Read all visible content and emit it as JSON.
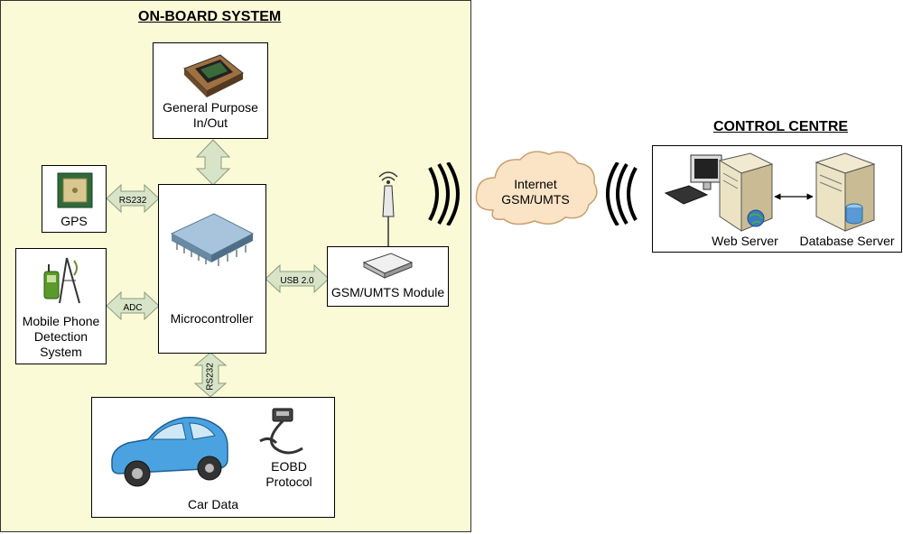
{
  "onboard": {
    "title": "ON-BOARD SYSTEM",
    "gpio_label": "General Purpose\nIn/Out",
    "gps_label": "GPS",
    "mobile_label": "Mobile Phone\nDetection\nSystem",
    "micro_label": "Microcontroller",
    "gsm_label": "GSM/UMTS Module",
    "car_label": "Car Data",
    "eobd_label": "EOBD\nProtocol",
    "link_gps": "RS232",
    "link_adc": "ADC",
    "link_usb": "USB 2.0",
    "link_car": "RS232"
  },
  "network": {
    "cloud_label": "Internet\nGSM/UMTS"
  },
  "control": {
    "title": "CONTROL CENTRE",
    "web_label": "Web Server",
    "db_label": "Database Server"
  },
  "colors": {
    "onboard_bg": "#fafad7",
    "arrow_fill": "#d8e4c8",
    "arrow_stroke": "#8a9a7c",
    "cloud_fill": "#fbe3c6",
    "car_body": "#4aa3e0",
    "server_body": "#ece3c4"
  }
}
